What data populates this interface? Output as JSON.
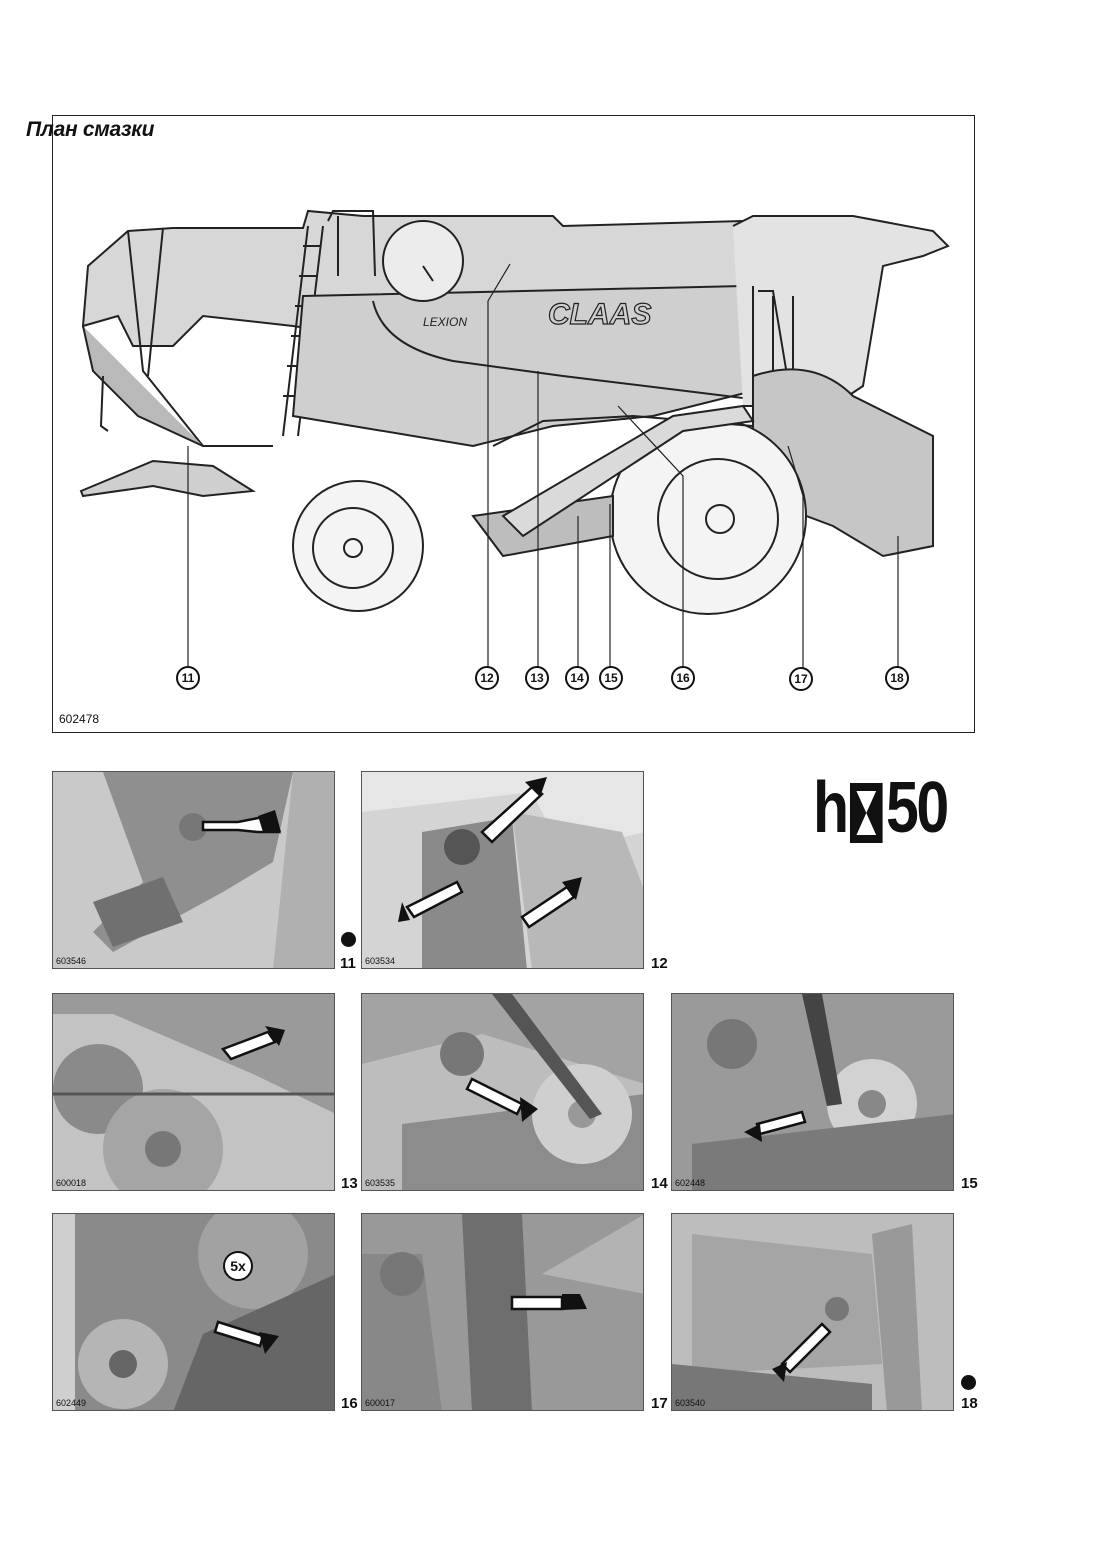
{
  "page": {
    "title": "План смазки",
    "interval": {
      "prefix": "h",
      "value": "50",
      "icon": "hourglass-icon"
    }
  },
  "main_figure": {
    "id": "602478",
    "brand": "CLAAS",
    "model": "LEXION",
    "callouts": [
      "11",
      "12",
      "13",
      "14",
      "15",
      "16",
      "17",
      "18"
    ]
  },
  "photos": [
    {
      "id": "603546",
      "num": "11",
      "dot": true
    },
    {
      "id": "603534",
      "num": "12",
      "dot": false
    },
    {
      "id": "600018",
      "num": "13",
      "dot": false
    },
    {
      "id": "603535",
      "num": "14",
      "dot": false
    },
    {
      "id": "602448",
      "num": "15",
      "dot": false
    },
    {
      "id": "602449",
      "num": "16",
      "dot": false,
      "badge": "5x"
    },
    {
      "id": "600017",
      "num": "17",
      "dot": false
    },
    {
      "id": "603540",
      "num": "18",
      "dot": true
    }
  ]
}
